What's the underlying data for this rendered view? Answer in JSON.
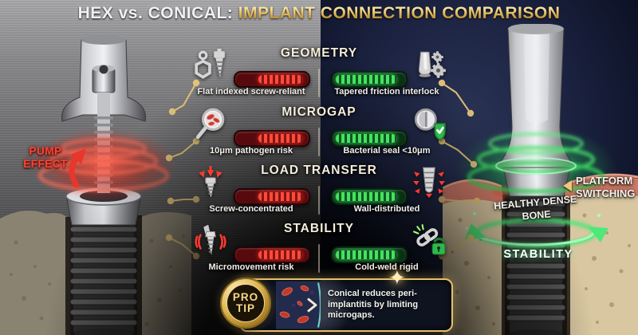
{
  "title": {
    "left": "HEX vs. CONICAL:",
    "right": "IMPLANT CONNECTION COMPARISON"
  },
  "rows": [
    {
      "heading": "GEOMETRY",
      "left": {
        "label": "Flat indexed screw-reliant",
        "icon": "hex-nut-screw-icon",
        "bar_color": "red",
        "bar_level_pct": 60
      },
      "right": {
        "label": "Tapered friction interlock",
        "icon": "abutment-gears-icon",
        "bar_color": "green",
        "bar_level_pct": 85
      }
    },
    {
      "heading": "MICROGAP",
      "left": {
        "label": "10μm pathogen risk",
        "icon": "magnifier-pathogen-icon",
        "bar_color": "red",
        "bar_level_pct": 60
      },
      "right": {
        "label": "Bacterial seal <10μm",
        "icon": "seal-shield-check-icon",
        "bar_color": "green",
        "bar_level_pct": 85
      }
    },
    {
      "heading": "LOAD TRANSFER",
      "left": {
        "label": "Screw-concentrated",
        "icon": "screw-load-arrows-icon",
        "bar_color": "red",
        "bar_level_pct": 60
      },
      "right": {
        "label": "Wall-distributed",
        "icon": "distributed-load-icon",
        "bar_color": "green",
        "bar_level_pct": 85
      }
    },
    {
      "heading": "STABILITY",
      "left": {
        "label": "Micromovement risk",
        "icon": "micromovement-icon",
        "bar_color": "red",
        "bar_level_pct": 60
      },
      "right": {
        "label": "Cold-weld rigid",
        "icon": "chain-lock-icon",
        "bar_color": "green",
        "bar_level_pct": 85
      }
    }
  ],
  "callouts": {
    "pump_effect": "PUMP EFFECT",
    "platform_switching": "PLATFORM SWITCHING",
    "healthy_dense_bone": "HEALTHY DENSE BONE",
    "stability": "STABILITY"
  },
  "pro_tip": {
    "badge_line1": "PRO",
    "badge_line2": "TIP",
    "text": "Conical reduces peri-implantitis by limiting microgaps."
  },
  "colors": {
    "gold_accent": "#e3c06b",
    "red_warning": "#ff4433",
    "green_positive": "#45e25c",
    "navy_background": "#1b2240",
    "metal_background": "#8a8a8c"
  }
}
